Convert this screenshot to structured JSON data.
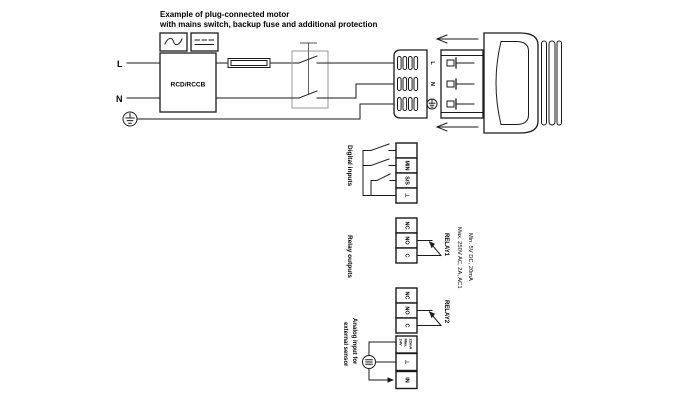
{
  "title": {
    "line1": "Example of plug-connected motor",
    "line2": "with mains switch, backup fuse and additional protection"
  },
  "mains": {
    "l_label": "L",
    "n_label": "N",
    "rcd_label": "RCD/RCCB"
  },
  "plug": {
    "l_label": "L",
    "n_label": "N"
  },
  "digital_inputs": {
    "label": "Digital inputs",
    "terminals": [
      "",
      "MIN",
      "S/S",
      "⊥"
    ]
  },
  "relay_outputs": {
    "label": "Relay outputs",
    "relay1_label": "RELAY1",
    "relay2_label": "RELAY2",
    "terminals": [
      "NC",
      "NO",
      "C"
    ],
    "rating_line1": "Max. 250V AC, 2A, AC1",
    "rating_line2": "Min. 5V DC, 20mA"
  },
  "analog_input": {
    "label_line1": "Analog input for",
    "label_line2": "external sensor",
    "terminal1_lines": [
      "24V",
      "Max.",
      "22mA"
    ],
    "terminal2": "⊥",
    "terminal3": "IN"
  },
  "colors": {
    "line": "#1a1a1a",
    "switch_box": "#9a9a9a",
    "background": "#ffffff"
  }
}
